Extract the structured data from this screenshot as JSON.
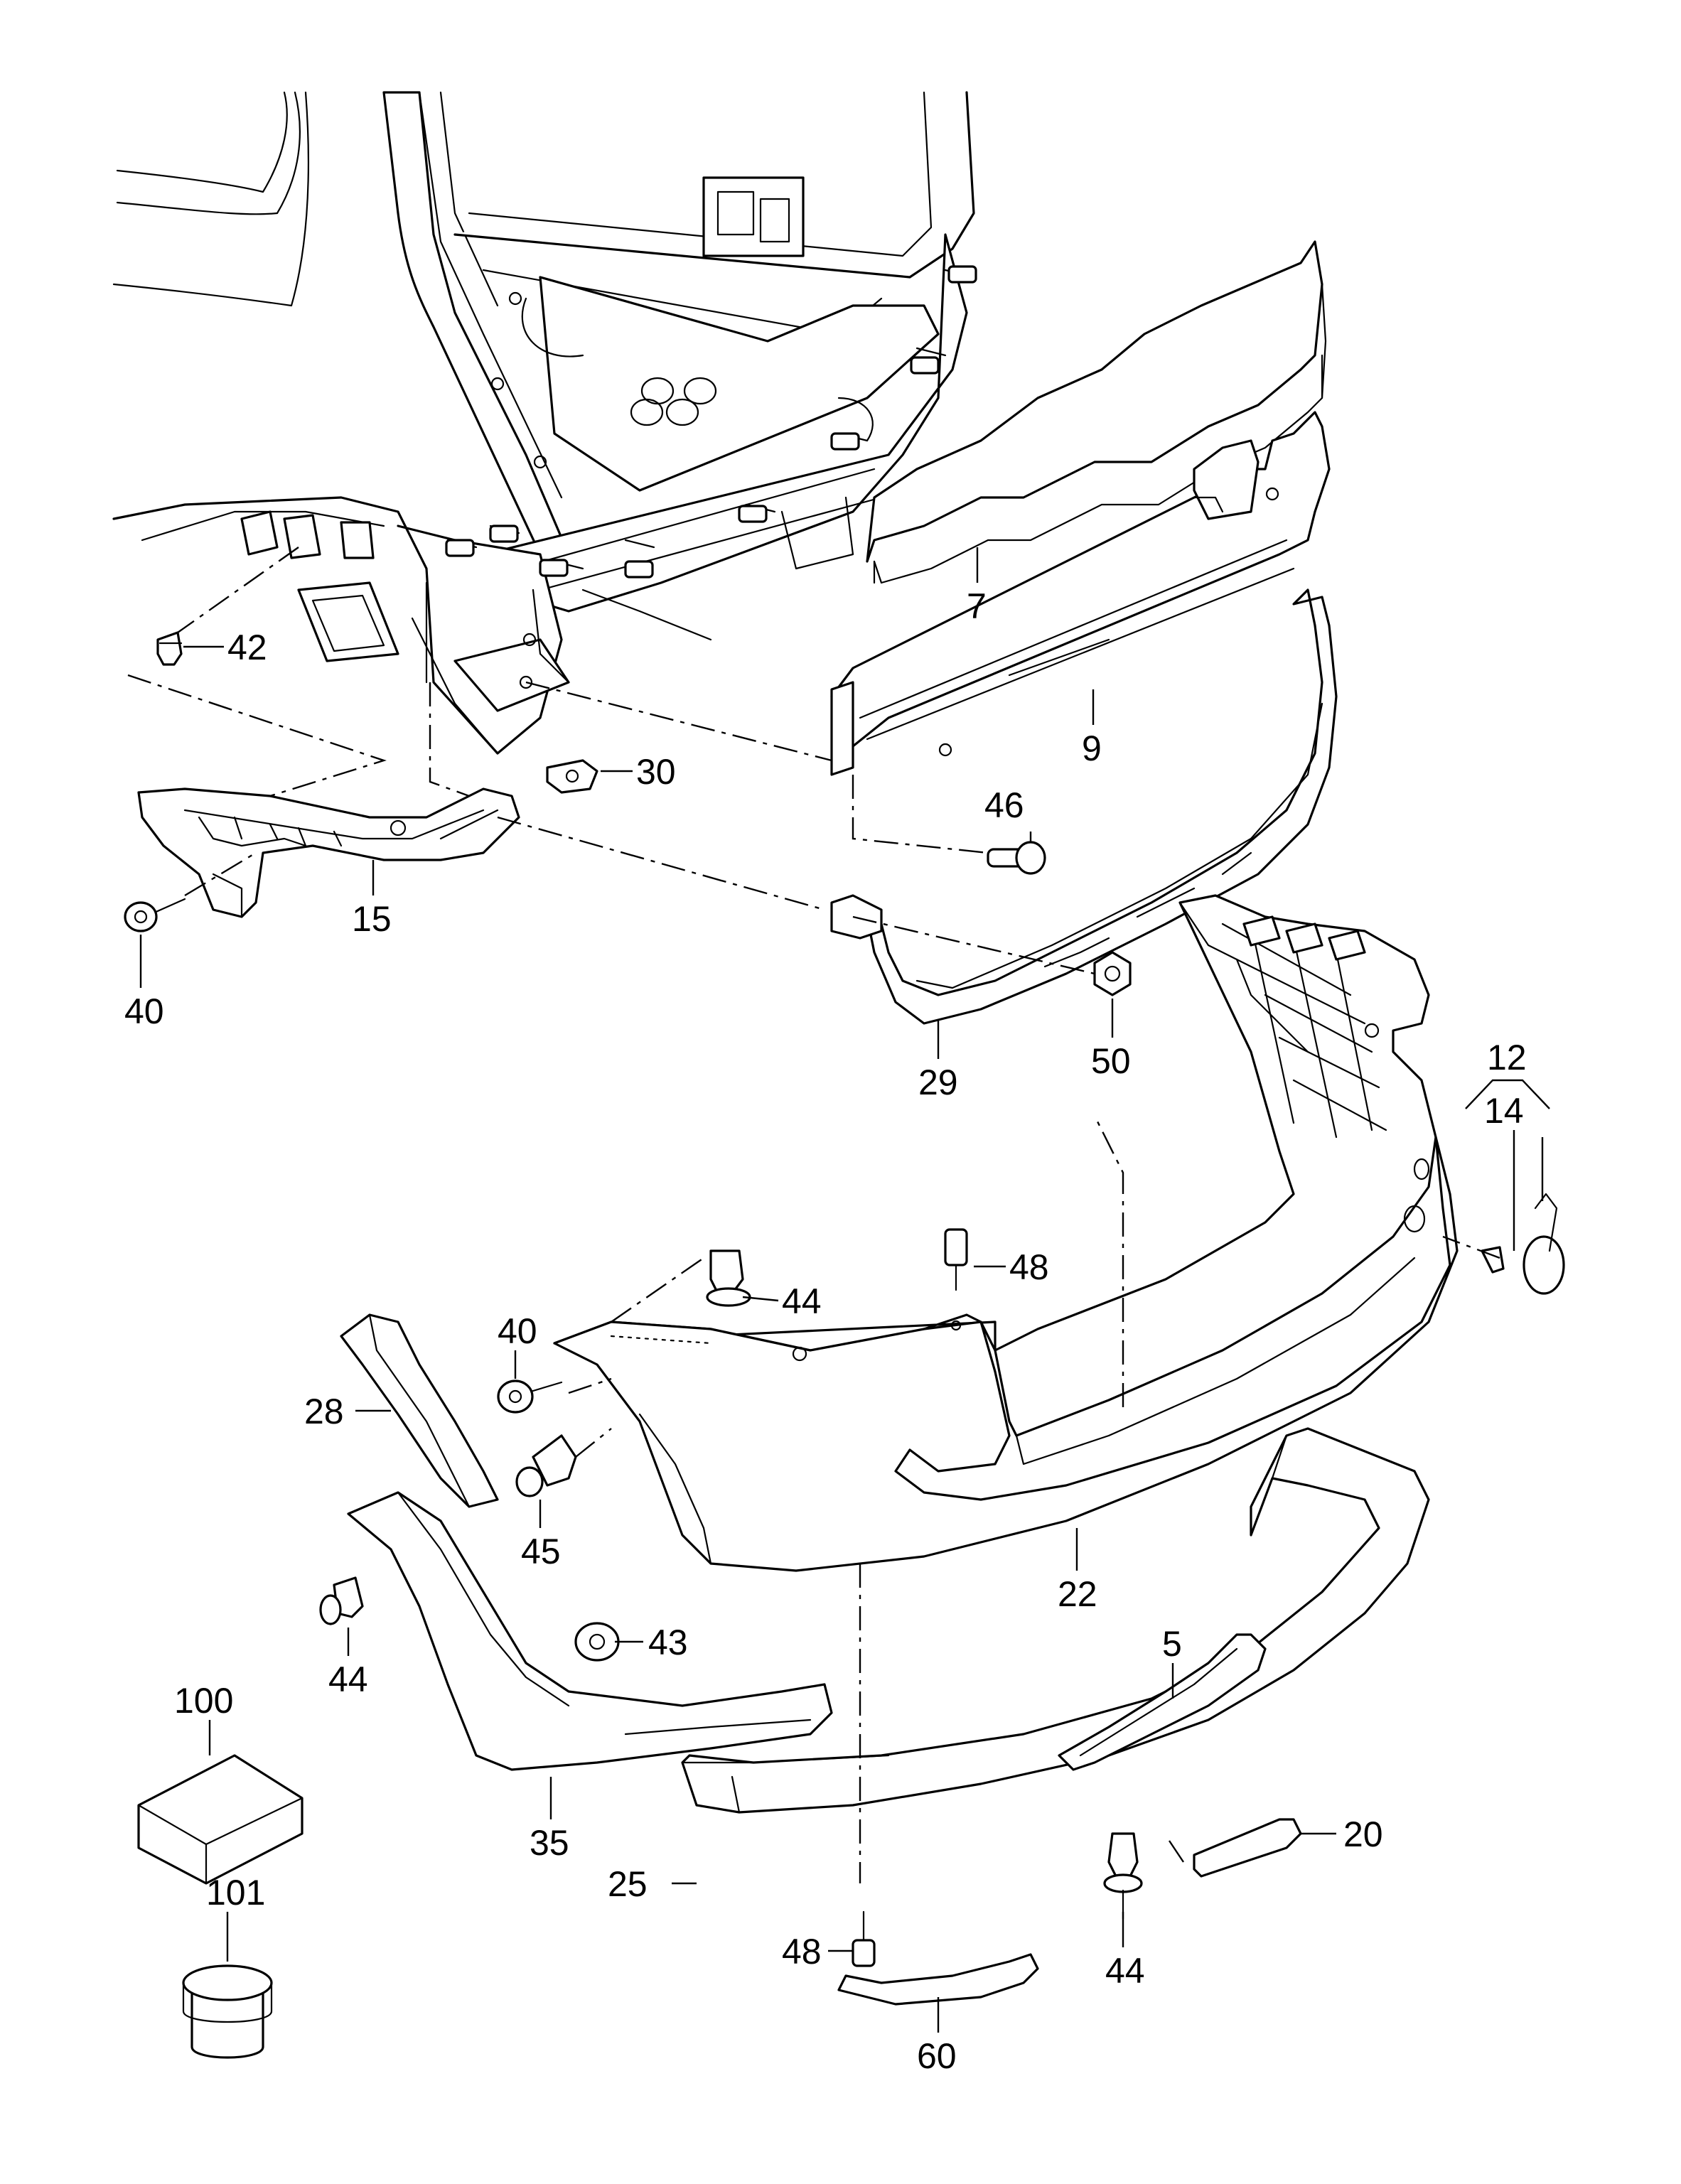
{
  "callouts": {
    "c7": "7",
    "c9": "9",
    "c42": "42",
    "c30": "30",
    "c46": "46",
    "c15": "15",
    "c40a": "40",
    "c29": "29",
    "c50": "50",
    "c12": "12",
    "c14": "14",
    "c48a": "48",
    "c44a": "44",
    "c40b": "40",
    "c28": "28",
    "c45": "45",
    "c22": "22",
    "c44b": "44",
    "c43": "43",
    "c5": "5",
    "c100": "100",
    "c35": "35",
    "c20": "20",
    "c101": "101",
    "c25": "25",
    "c48b": "48",
    "c44c": "44",
    "c60": "60"
  }
}
